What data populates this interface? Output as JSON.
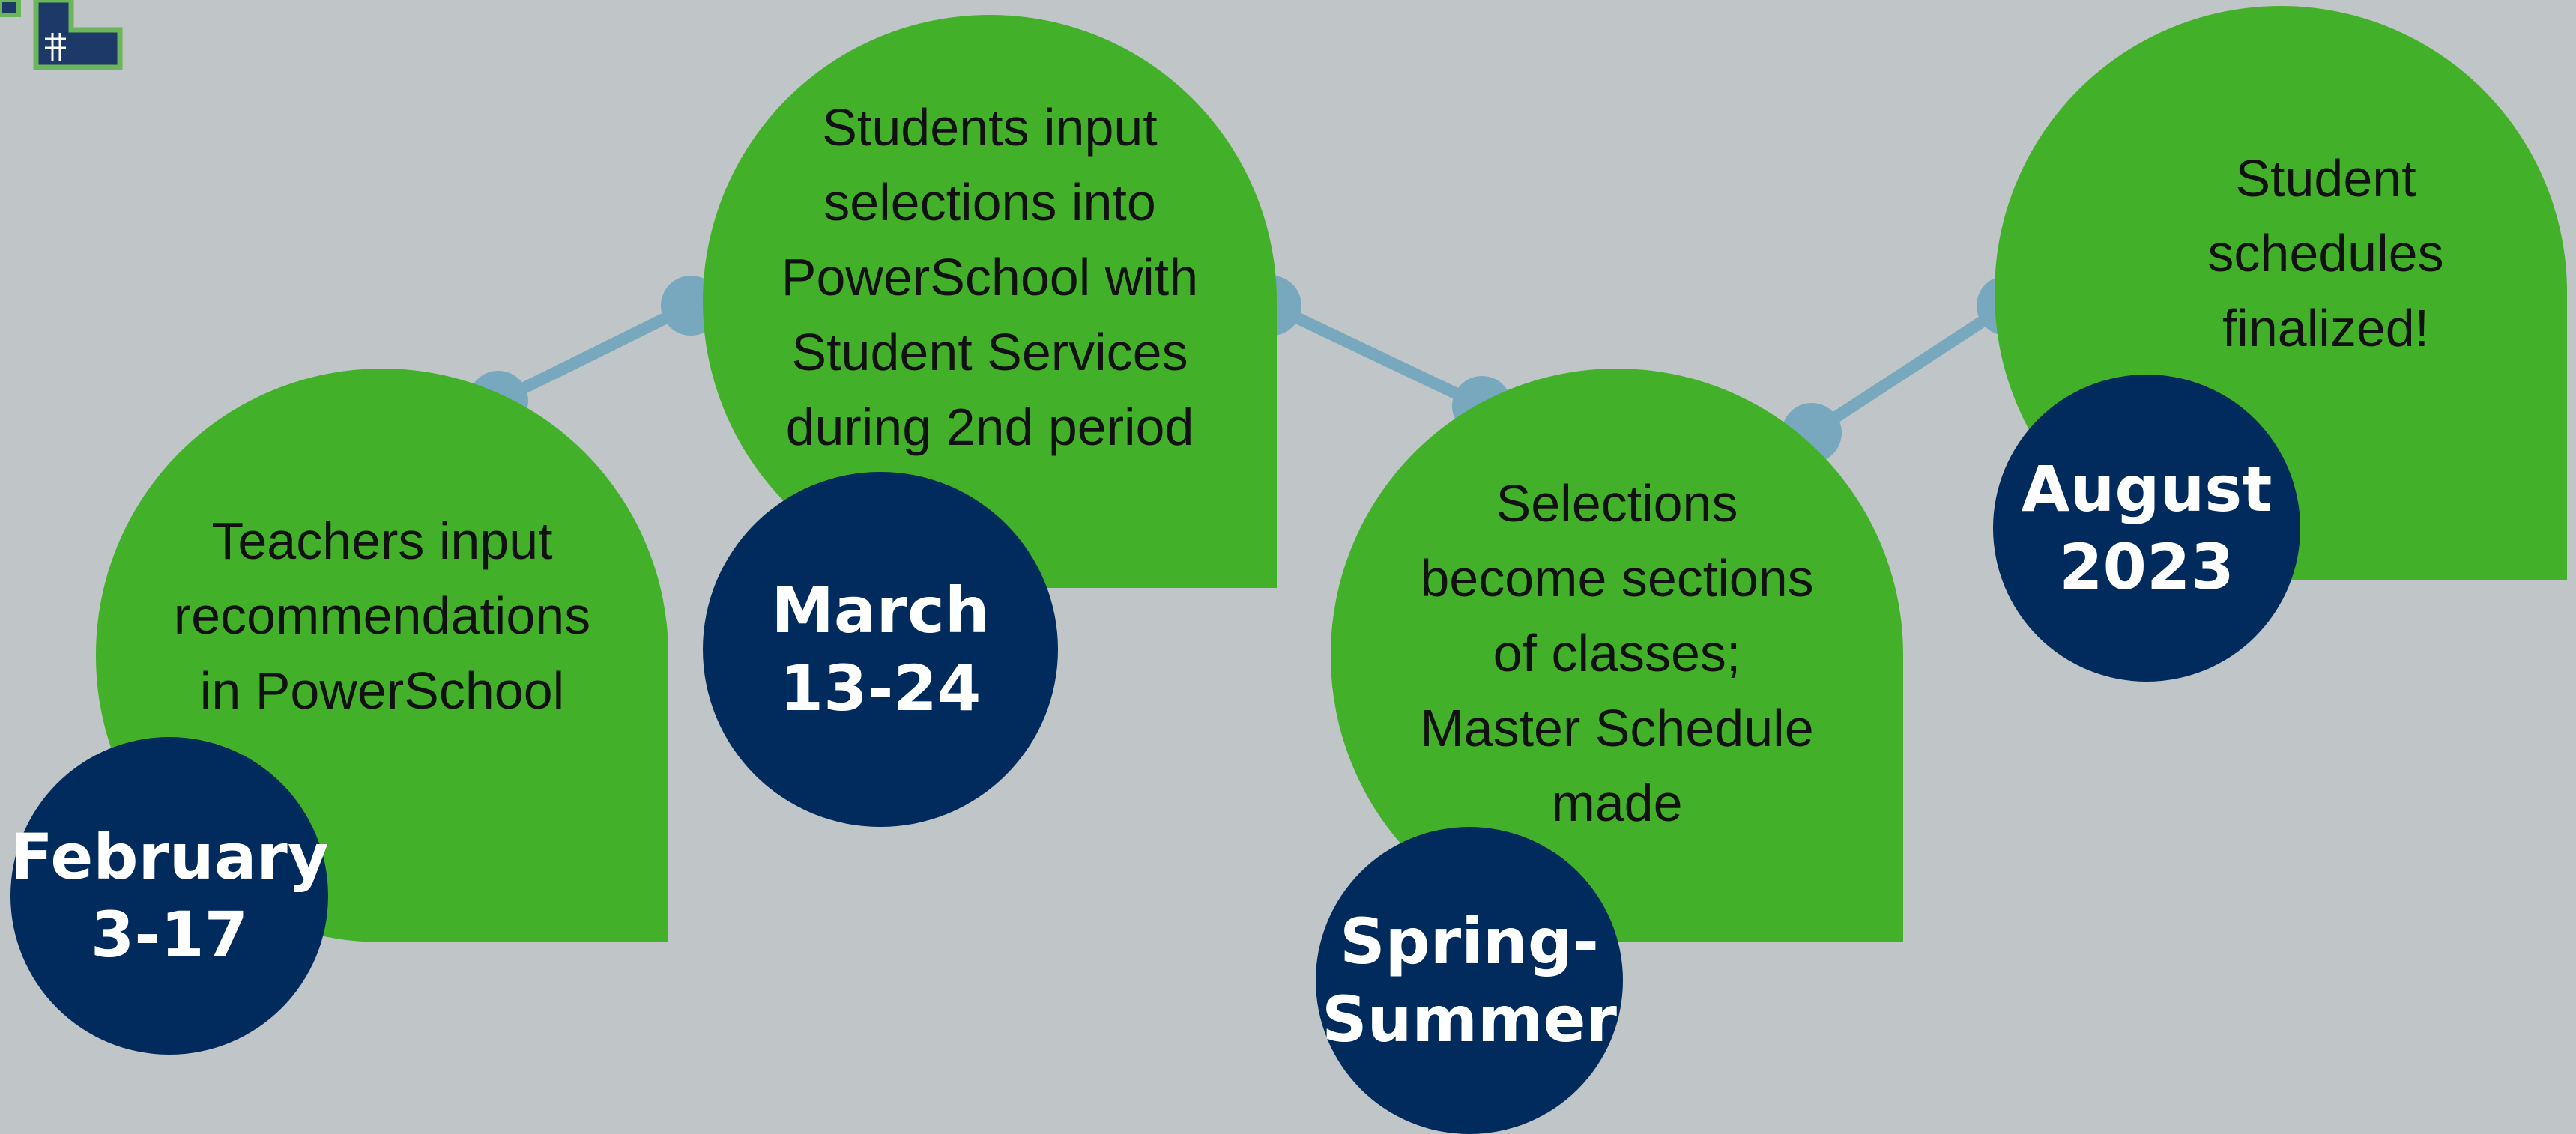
{
  "colors": {
    "background": "#c0c5c8",
    "card": "#43b02a",
    "date_circle": "#002b5c",
    "connector": "#78a8bd",
    "logo_blue": "#1c3967",
    "logo_green": "#6cb55a"
  },
  "steps": [
    {
      "date": "February\n3-17",
      "text": "Teachers input\nrecommendations\nin PowerSchool"
    },
    {
      "date": "March\n13-24",
      "text": "Students input\nselections into\nPowerSchool with\nStudent Services\nduring 2nd period"
    },
    {
      "date": "Spring-\nSummer",
      "text": "Selections\nbecome sections\nof classes;\nMaster Schedule\nmade"
    },
    {
      "date": "August\n2023",
      "text": "Student\nschedules\nfinalized!"
    }
  ]
}
